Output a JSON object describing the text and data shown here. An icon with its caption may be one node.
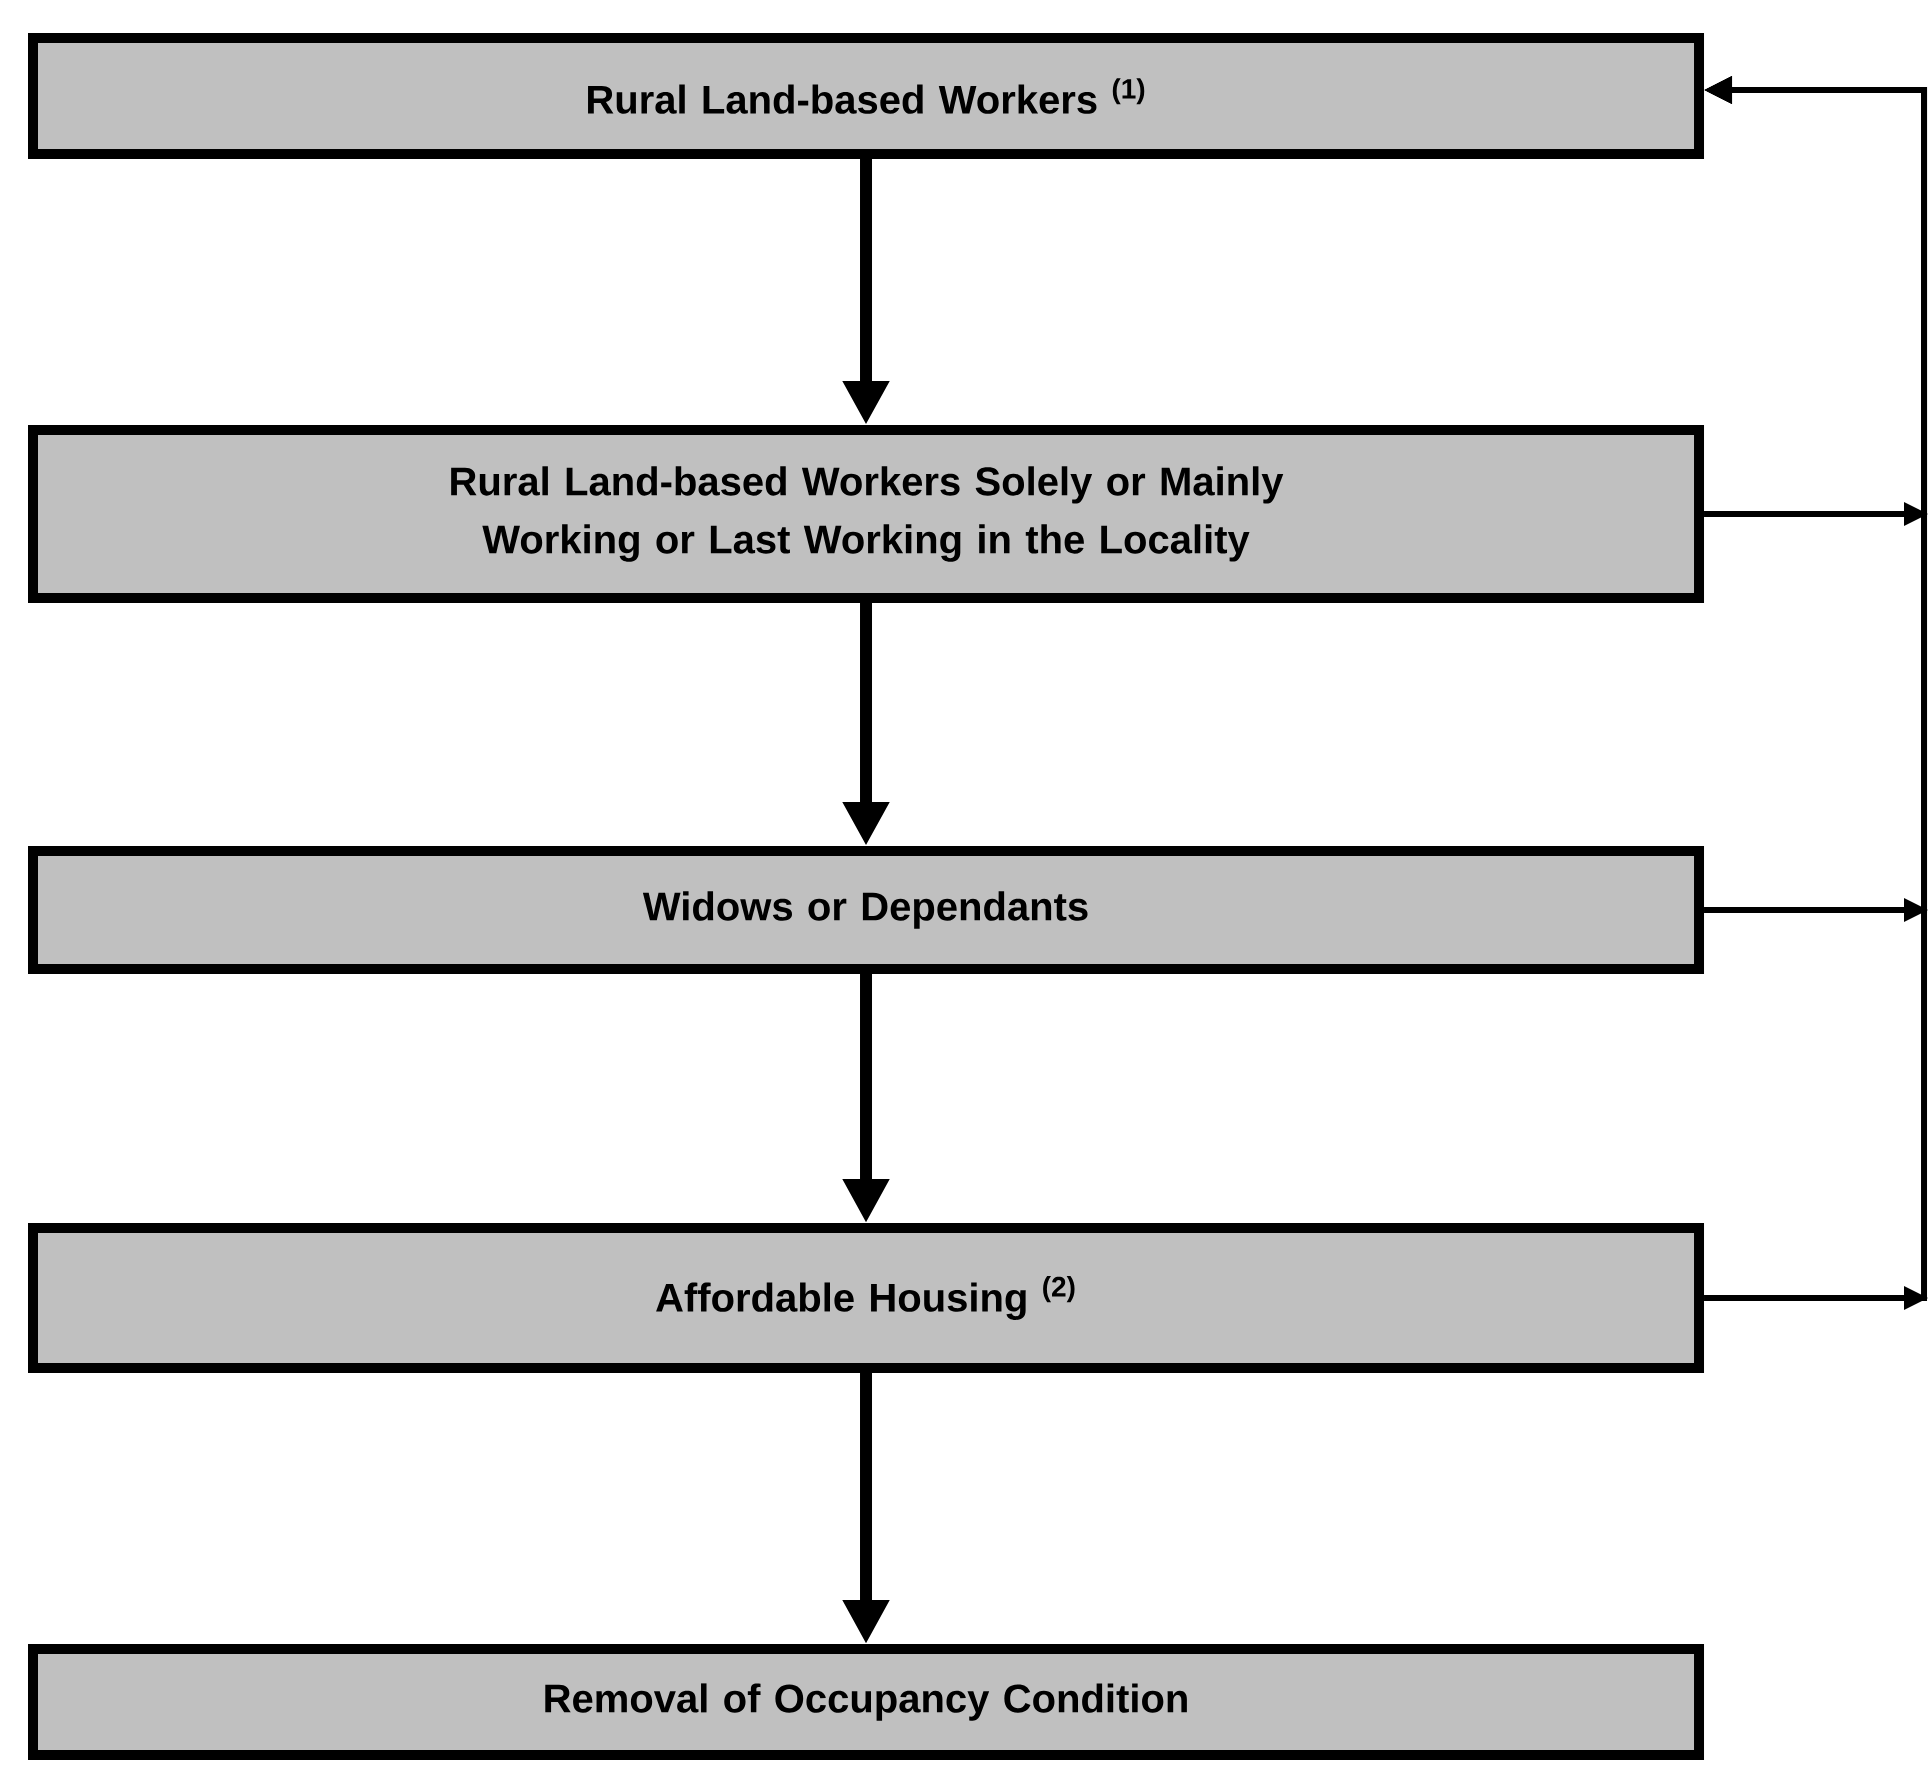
{
  "diagram": {
    "nodes": [
      {
        "text": [
          "Rural Land-based Workers $^{(1)}$"
        ]
      },
      {
        "text": [
          "Rural Land-based Workers Solely or Mainly Working or Last Working in the Locality"
        ]
      },
      {
        "text": [
          "Widows or Dependants"
        ]
      },
      {
        "text": [
          "Affordable Housing $^{(2)}$"
        ]
      },
      {
        "text": [
          "Removal of Occupancy Condition"
        ]
      }
    ],
    "edges": [
      {
        "from": 0,
        "to": 1,
        "arrow": "to"
      },
      {
        "from": 1,
        "to": 2,
        "arrow": "to"
      },
      {
        "from": 2,
        "to": 3,
        "arrow": "to"
      },
      {
        "from": 3,
        "to": 4,
        "arrow": "to"
      },
      {
        "from": 1,
        "to": 0,
        "arrow": "to"
      },
      {
        "from": 2,
        "to": 0,
        "arrow": "to"
      },
      {
        "from": 3,
        "to": 0,
        "arrow": "to"
      }
    ]
  }
}
